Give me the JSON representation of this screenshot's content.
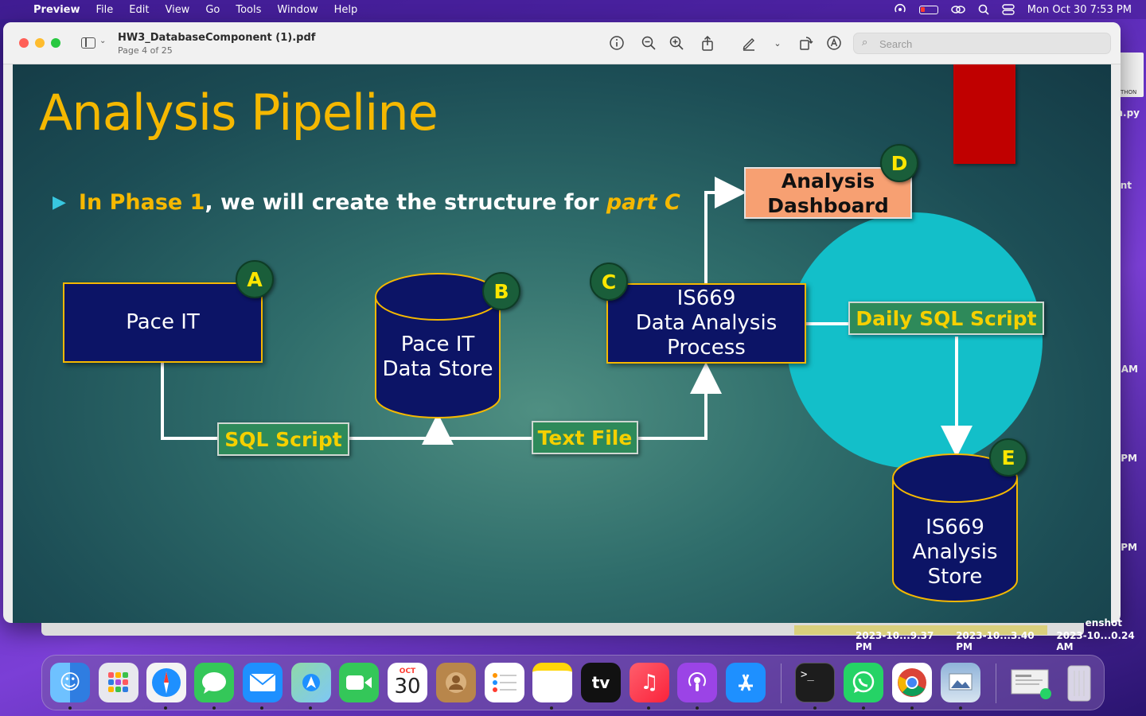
{
  "menubar": {
    "apple": "",
    "app": "Preview",
    "items": [
      "File",
      "Edit",
      "View",
      "Go",
      "Tools",
      "Window",
      "Help"
    ],
    "clock": "Mon Oct 30  7:53 PM"
  },
  "desktop": {
    "file_tag": "THON",
    "fragments": [
      "in.py",
      "nt",
      "AM",
      "PM",
      "PM"
    ],
    "screenshots": [
      "2023-10...9.37 PM",
      "2023-10...3.40 PM",
      "2023-10...0.24 AM"
    ],
    "shot_label": "enshot"
  },
  "window": {
    "title": "HW3_DatabaseComponent (1).pdf",
    "subtitle": "Page 4 of 25",
    "search_placeholder": "Search"
  },
  "slide": {
    "title": "Analysis Pipeline",
    "bullet": {
      "part1": "In Phase 1",
      "part2": ", we will create the structure for ",
      "part3": "part C"
    },
    "nodes": {
      "pace_it": "Pace IT",
      "data_store_1": "Pace IT",
      "data_store_2": "Data Store",
      "process_1": "IS669",
      "process_2": "Data Analysis",
      "process_3": "Process",
      "dashboard_1": "Analysis",
      "dashboard_2": "Dashboard",
      "analysis_store_1": "IS669",
      "analysis_store_2": "Analysis",
      "analysis_store_3": "Store"
    },
    "edges": {
      "sql_script": "SQL Script",
      "text_file": "Text File",
      "daily_sql": "Daily SQL Script"
    },
    "badges": {
      "a": "A",
      "b": "B",
      "c": "C",
      "d": "D",
      "e": "E"
    },
    "colors": {
      "title": "#f5b800",
      "navy": "#0c1466",
      "green": "#2e8a5a",
      "orange": "#f7a072",
      "circle": "#13bfc9",
      "red": "#c00000"
    }
  },
  "dock": {
    "calendar_month": "OCT",
    "calendar_day": "30",
    "tv_label": "tv",
    "apps": [
      "finder-icon",
      "launchpad-icon",
      "safari-icon",
      "messages-icon",
      "mail-icon",
      "maps-icon",
      "facetime-icon",
      "calendar-icon",
      "contacts-icon",
      "reminders-icon",
      "notes-icon",
      "tv-icon",
      "music-icon",
      "podcasts-icon",
      "app-store-icon",
      "terminal-icon",
      "whatsapp-icon",
      "chrome-icon",
      "preview-icon",
      "downloads-icon",
      "trash-icon"
    ]
  }
}
